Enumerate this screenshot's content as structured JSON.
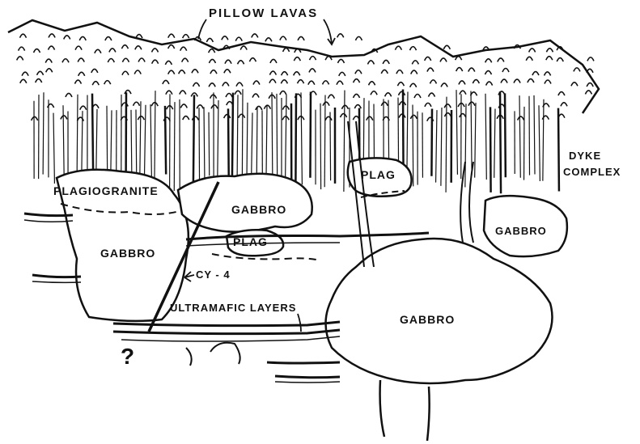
{
  "colors": {
    "ink": "#111111",
    "paper": "#ffffff"
  },
  "labels": {
    "pillow_lavas": "PILLOW LAVAS",
    "dyke_line1": "DYKE",
    "dyke_line2": "COMPLEX",
    "plagiogranite": "PLAGIOGRANITE",
    "gabbro_left": "GABBRO",
    "gabbro_middle": "GABBRO",
    "plag_middle": "PLAG",
    "plag_right": "PLAG",
    "gabbro_right": "GABBRO",
    "gabbro_big": "GABBRO",
    "cy4": "CY - 4",
    "ultramafic": "ULTRAMAFIC LAYERS",
    "question": "?"
  }
}
